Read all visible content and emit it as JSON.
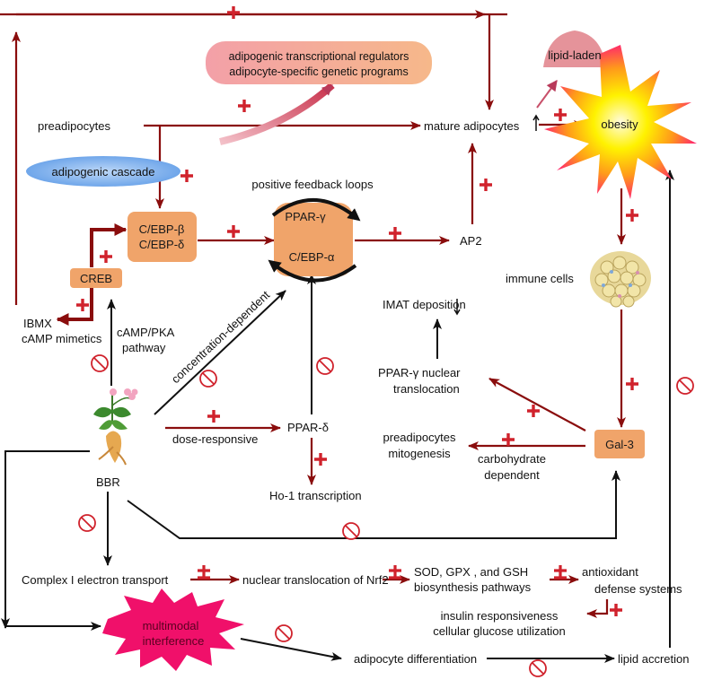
{
  "nodes": {
    "preadipocytes": "preadipocytes",
    "regulators_line1": "adipogenic transcriptional regulators",
    "regulators_line2": "adipocyte-specific genetic programs",
    "lipid_laden": "lipid-laden",
    "mature_adipocytes": "mature adipocytes",
    "obesity": "obesity",
    "adipogenic_cascade": "adipogenic cascade",
    "positive_feedback": "positive feedback loops",
    "cebp_b": "C/EBP-β",
    "cebp_d": "C/EBP-δ",
    "ppar_g": "PPAR-γ",
    "cebp_a": "C/EBP-α",
    "ap2": "AP2",
    "immune_cells": "immune cells",
    "creb": "CREB",
    "imat_deposition": "IMAT deposition",
    "ibmx": "IBMX",
    "camp_mimetics": "cAMP mimetics",
    "camp_pka_1": "cAMP/PKA",
    "camp_pka_2": "pathway",
    "concentration_dependent": "concentration-dependent",
    "ppar_g_nuclear_1": "PPAR-γ nuclear",
    "ppar_g_nuclear_2": "translocation",
    "dose_responsive": "dose-responsive",
    "ppar_d": "PPAR-δ",
    "preadipocytes_mito_1": "preadipocytes",
    "preadipocytes_mito_2": "mitogenesis",
    "carbohydrate_1": "carbohydrate",
    "carbohydrate_2": "dependent",
    "gal3": "Gal-3",
    "bbr": "BBR",
    "ho1": "Ho-1 transcription",
    "complex_i": "Complex I electron transport",
    "nrf2": "nuclear translocation of Nrf2",
    "sod_1": "SOD, GPX , and GSH",
    "sod_2": "biosynthesis pathways",
    "antioxidant_1": "antioxidant",
    "antioxidant_2": "defense systems",
    "insulin_1": "insulin responsiveness",
    "insulin_2": "cellular glucose utilization",
    "multimodal_1": "multimodal",
    "multimodal_2": "interference",
    "adipocyte_diff": "adipocyte differentiation",
    "lipid_accretion": "lipid accretion"
  },
  "colors": {
    "activation_arrow": "#8a0d0d",
    "inhibition_arrow": "#111111",
    "plus_sign": "#d0222c",
    "box_orange": "#f0a46a",
    "cascade_blue": "#7fb2ec",
    "obesity_yellow": "#fff200",
    "obesity_burst": "#ff2a6a",
    "multimodal_pink": "#f0106a"
  },
  "icons": {
    "activation": "plus-sign",
    "inhibition": "prohibition-icon",
    "plant": "berberine-plant-icon",
    "cells": "adipocyte-cluster-icon",
    "down_arrow": "down-arrow-icon",
    "up_arrow": "up-arrow-icon"
  }
}
